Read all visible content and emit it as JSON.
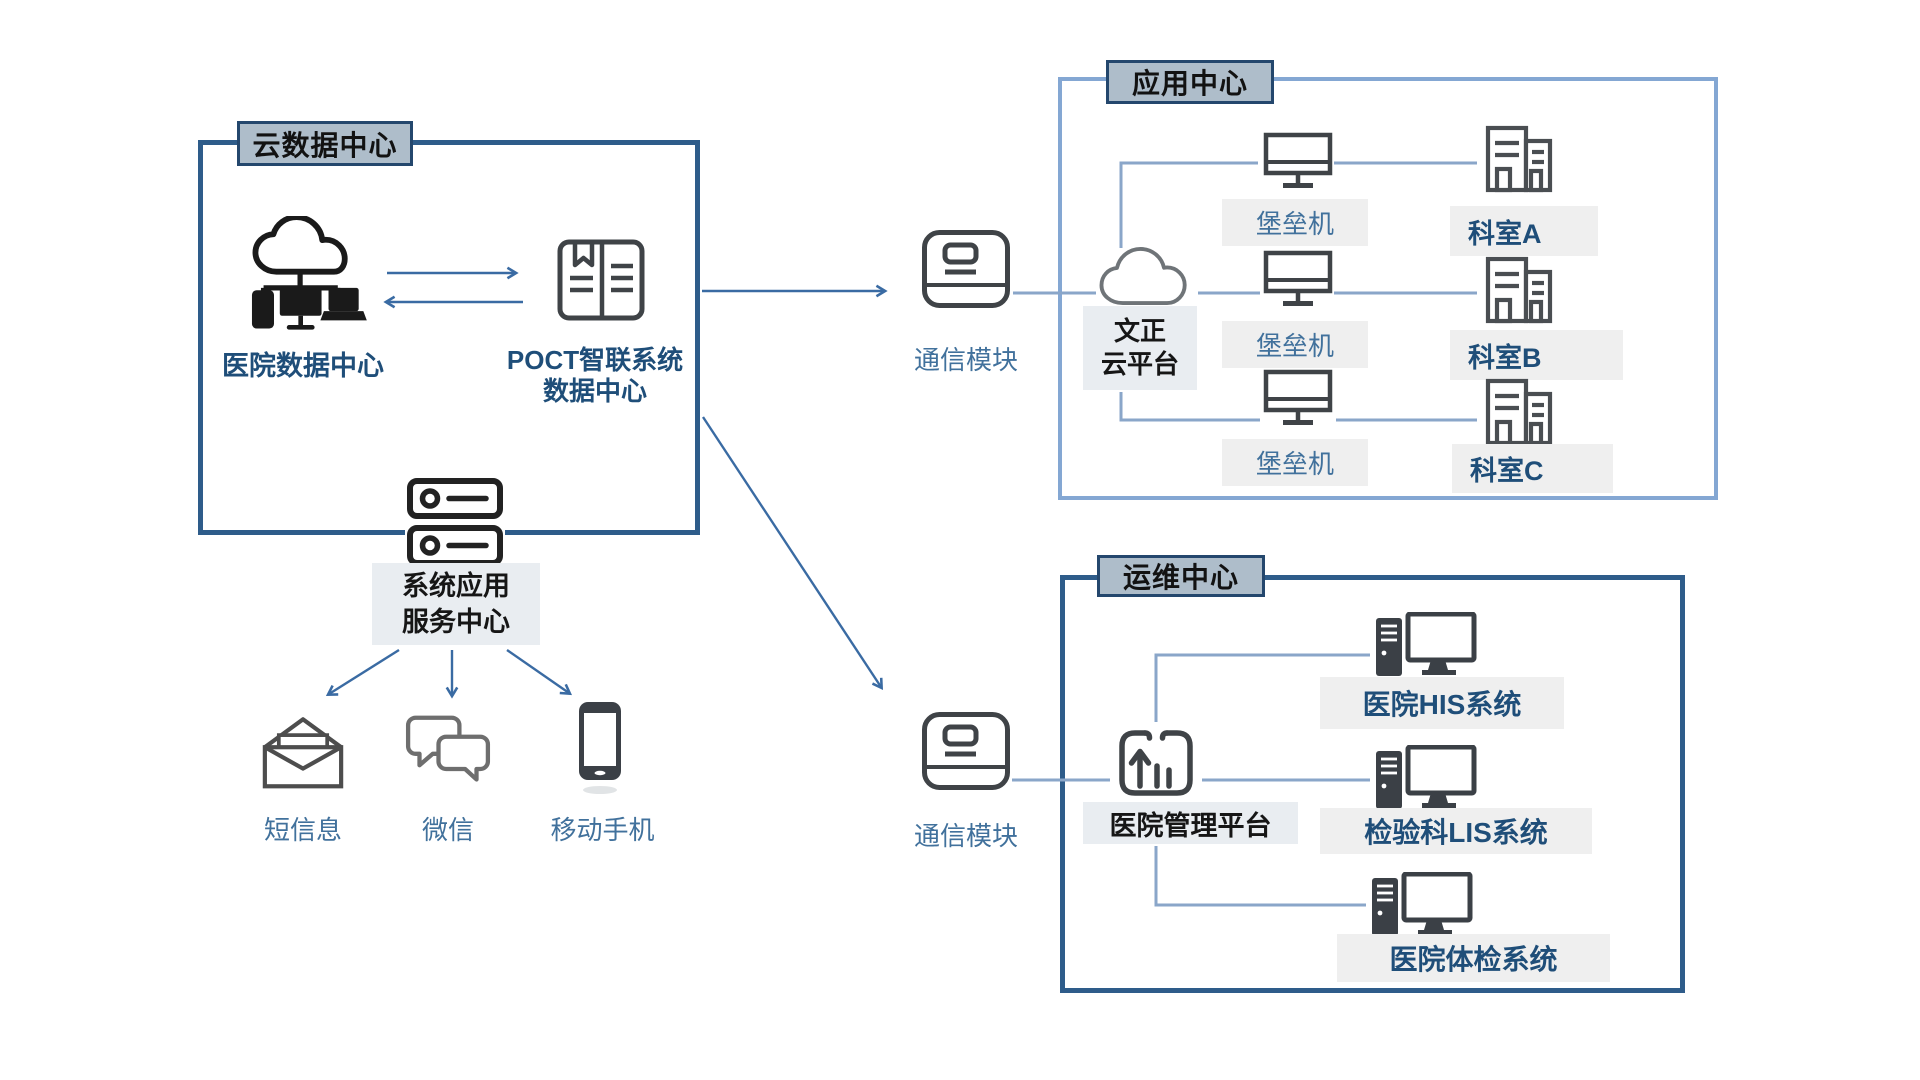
{
  "colors": {
    "box_dark_border": "#2e5c8a",
    "box_light_border": "#84a7d3",
    "badge_bg": "#aebdca",
    "badge_border": "#24476d",
    "chip_bg": "#efefef",
    "chip_bg_blue": "#e9edf1",
    "line_light": "#8aa6c9",
    "arrow_dark": "#3a6ba3",
    "label_dark_blue": "#1f4e79",
    "label_medium_blue": "#41719c",
    "label_black": "#161616"
  },
  "groups": {
    "cloud": {
      "title": "云数据中心"
    },
    "app": {
      "title": "应用中心"
    },
    "ops": {
      "title": "运维中心"
    }
  },
  "cloud_center": {
    "hospital_dc_label": "医院数据中心",
    "poct_label_line1": "POCT智联系统",
    "poct_label_line2": "数据中心"
  },
  "service_center": {
    "label_line1": "系统应用",
    "label_line2": "服务中心",
    "channels": [
      {
        "label": "短信息"
      },
      {
        "label": "微信"
      },
      {
        "label": "移动手机"
      }
    ]
  },
  "comm_modules": [
    {
      "label": "通信模块"
    },
    {
      "label": "通信模块"
    }
  ],
  "app_center": {
    "platform_line1": "文正",
    "platform_line2": "云平台",
    "rows": [
      {
        "bastion": "堡垒机",
        "department": "科室A"
      },
      {
        "bastion": "堡垒机",
        "department": "科室B"
      },
      {
        "bastion": "堡垒机",
        "department": "科室C"
      }
    ]
  },
  "ops_center": {
    "platform_label": "医院管理平台",
    "systems": [
      {
        "label": "医院HIS系统"
      },
      {
        "label": "检验科LIS系统"
      },
      {
        "label": "医院体检系统"
      }
    ]
  }
}
